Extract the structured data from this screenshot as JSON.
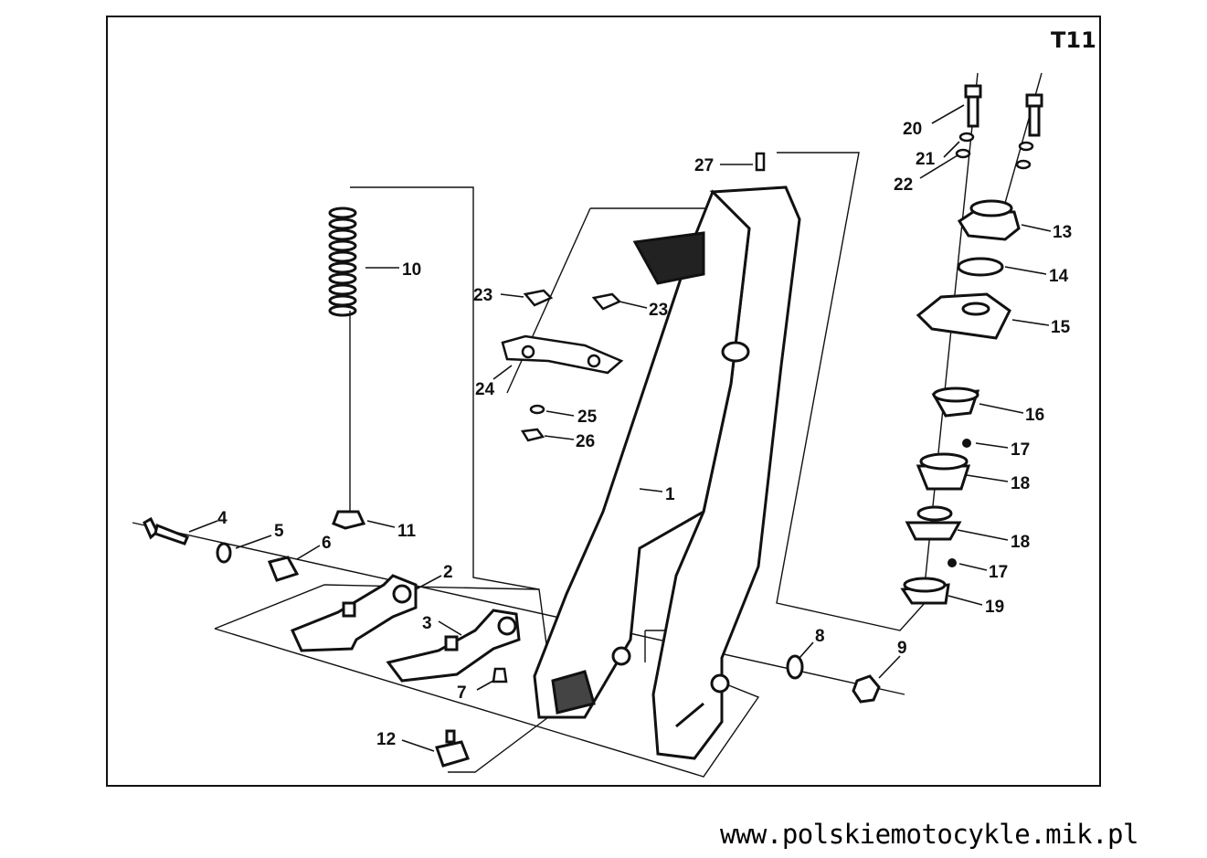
{
  "plate": {
    "label": "T11"
  },
  "footer": {
    "website": "www.polskiemotocykle.mik.pl"
  },
  "callouts": [
    {
      "id": "c1",
      "text": "1"
    },
    {
      "id": "c2",
      "text": "2"
    },
    {
      "id": "c3",
      "text": "3"
    },
    {
      "id": "c4",
      "text": "4"
    },
    {
      "id": "c5",
      "text": "5"
    },
    {
      "id": "c6",
      "text": "6"
    },
    {
      "id": "c7",
      "text": "7"
    },
    {
      "id": "c8",
      "text": "8"
    },
    {
      "id": "c9",
      "text": "9"
    },
    {
      "id": "c10",
      "text": "10"
    },
    {
      "id": "c11",
      "text": "11"
    },
    {
      "id": "c12",
      "text": "12"
    },
    {
      "id": "c13",
      "text": "13"
    },
    {
      "id": "c14",
      "text": "14"
    },
    {
      "id": "c15",
      "text": "15"
    },
    {
      "id": "c16",
      "text": "16"
    },
    {
      "id": "c17a",
      "text": "17"
    },
    {
      "id": "c17b",
      "text": "17"
    },
    {
      "id": "c18a",
      "text": "18"
    },
    {
      "id": "c18b",
      "text": "18"
    },
    {
      "id": "c19",
      "text": "19"
    },
    {
      "id": "c20",
      "text": "20"
    },
    {
      "id": "c21",
      "text": "21"
    },
    {
      "id": "c22",
      "text": "22"
    },
    {
      "id": "c23a",
      "text": "23"
    },
    {
      "id": "c23b",
      "text": "23"
    },
    {
      "id": "c24",
      "text": "24"
    },
    {
      "id": "c25",
      "text": "25"
    },
    {
      "id": "c26",
      "text": "26"
    },
    {
      "id": "c27",
      "text": "27"
    }
  ]
}
